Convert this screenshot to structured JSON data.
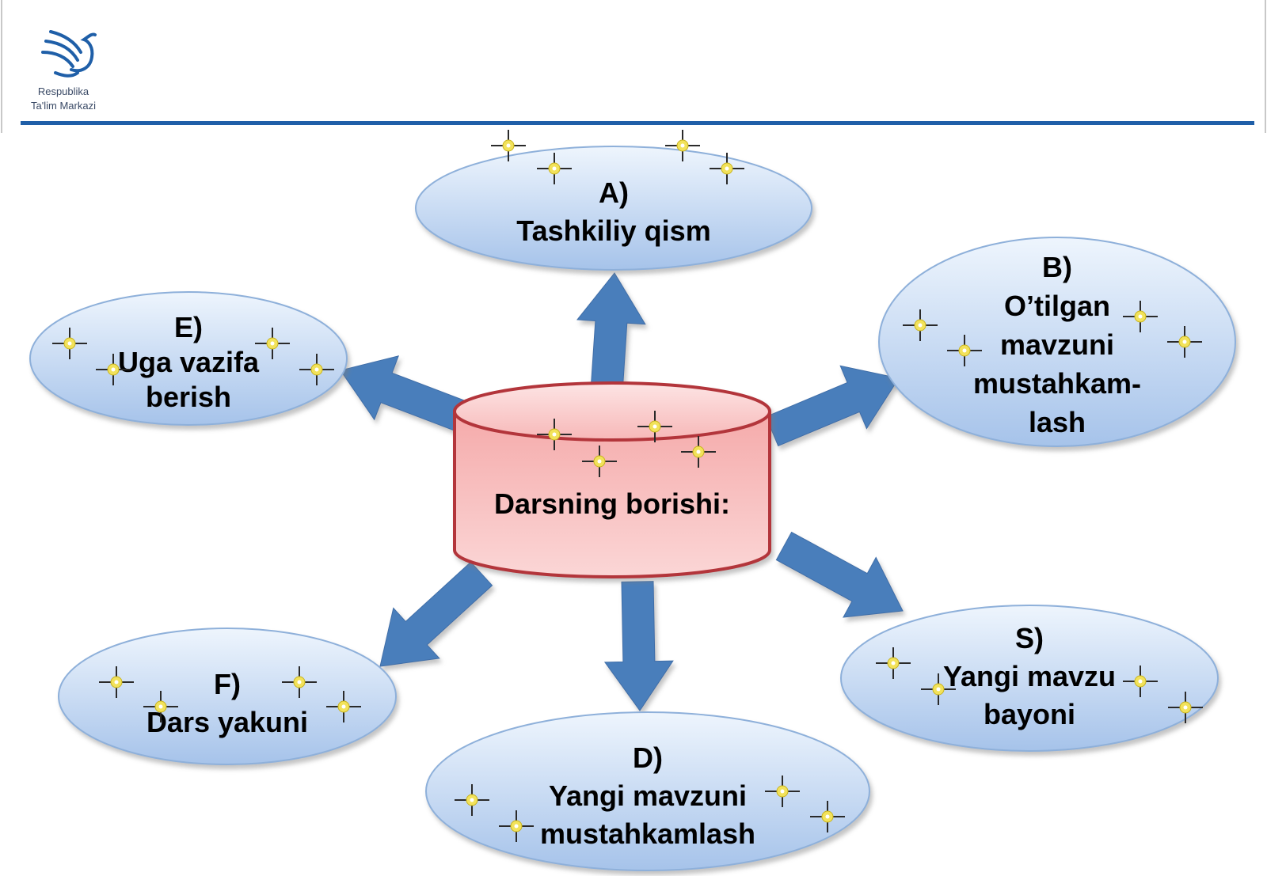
{
  "header": {
    "logo_line1": "Respublika",
    "logo_line2": "Ta'lim Markazi"
  },
  "colors": {
    "header_rule": "#1f5fa8",
    "arrow_fill": "#4a7ebb",
    "ellipse_fill_top": "#e8f1fb",
    "ellipse_fill_bottom": "#a9c6ec",
    "ellipse_stroke": "#8fb0d8",
    "center_fill": "#f6a9a9",
    "center_top_fill": "#fbd0d0",
    "center_stroke": "#b83b3b",
    "sparkle": "#f2e25a"
  },
  "center": {
    "lines": [
      "Darsning borishi:"
    ]
  },
  "nodes": [
    {
      "id": "a",
      "lines": [
        "A)",
        "Tashkiliy qism"
      ]
    },
    {
      "id": "b",
      "lines": [
        "B)",
        "O’tilgan",
        "mavzuni",
        "mustahkam-",
        "lash"
      ]
    },
    {
      "id": "s",
      "lines": [
        "S)",
        "Yangi mavzu",
        "bayoni"
      ]
    },
    {
      "id": "d",
      "lines": [
        "D)",
        "Yangi mavzuni",
        "mustahkamlash"
      ]
    },
    {
      "id": "f",
      "lines": [
        "F)",
        "Dars yakuni"
      ]
    },
    {
      "id": "e",
      "lines": [
        "E)",
        "Uga vazifa",
        "berish"
      ]
    }
  ]
}
